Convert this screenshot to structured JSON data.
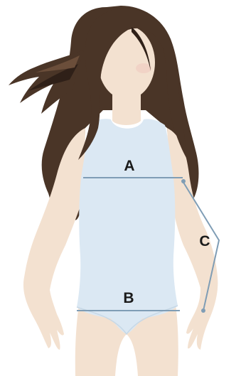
{
  "diagram": {
    "labels": {
      "a": "A",
      "b": "B",
      "c": "C"
    },
    "colors": {
      "skin": "#f3e1d0",
      "skin_shadow": "#e6cbb5",
      "hair": "#4a3527",
      "hair_dark": "#2f2018",
      "hair_light": "#6b4e3a",
      "bodysuit": "#dbe8f3",
      "bodysuit_edge": "#c7d8e6",
      "measure_line": "#7f9db5",
      "cheek": "#f0c9c0"
    },
    "icon": "woman-body-measurement-figure"
  }
}
